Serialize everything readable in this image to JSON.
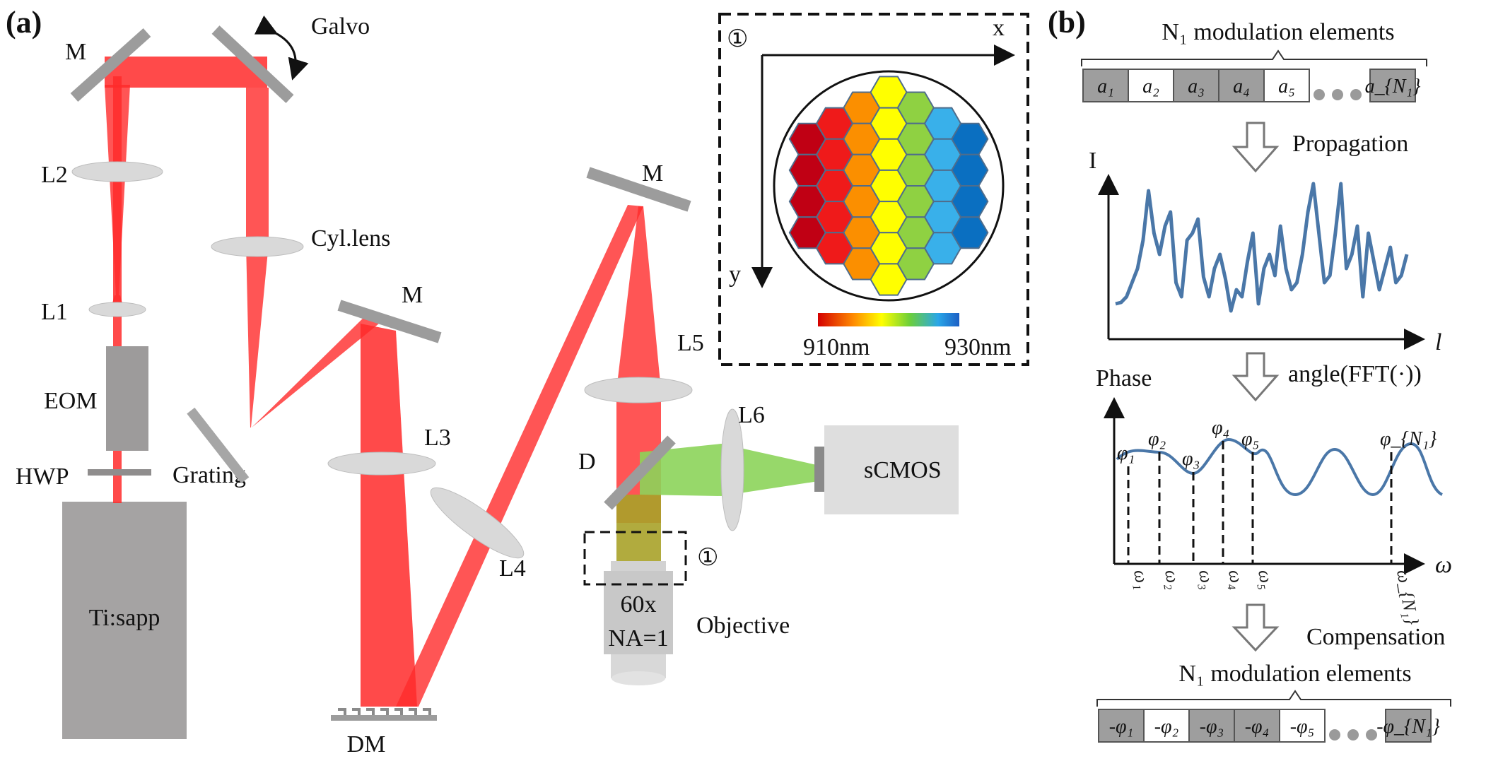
{
  "panel_labels": {
    "a": "(a)",
    "b": "(b)"
  },
  "optical_labels": {
    "galvo": "Galvo",
    "mirror": "M",
    "l1": "L1",
    "l2": "L2",
    "l3": "L3",
    "l4": "L4",
    "l5": "L5",
    "l6": "L6",
    "cyl_lens": "Cyl.lens",
    "eom": "EOM",
    "hwp": "HWP",
    "grating": "Grating",
    "laser": "Ti:sapp",
    "dm": "DM",
    "dichroic": "D",
    "camera": "sCMOS",
    "objective": "Objective",
    "obj_mag": "60x",
    "obj_na": "NA=1",
    "marker": "①"
  },
  "inset": {
    "marker": "①",
    "x_axis": "x",
    "y_axis": "y",
    "wl_min": "910nm",
    "wl_max": "930nm",
    "hex_colors": [
      "#c00014",
      "#ef1a1a",
      "#fb8f00",
      "#ffc000",
      "#ffff00",
      "#8fd142",
      "#39b0ea",
      "#0a6fc1"
    ],
    "hex_rows_per_column": [
      4,
      5,
      6,
      7,
      6,
      5,
      4
    ]
  },
  "panel_b": {
    "top_bracket": "N₁ modulation elements",
    "top_cells": [
      "a₁",
      "a₂",
      "a₃",
      "a₄",
      "a₅",
      "a_{N₁}"
    ],
    "step1": "Propagation",
    "intensity_axis": "I",
    "path_axis": "l",
    "step2": "angle(FFT(·))",
    "phase_axis": "Phase",
    "freq_axis": "ω",
    "phi_labels": [
      "φ₁",
      "φ₂",
      "φ₃",
      "φ₄",
      "φ₅",
      "φ_{N₁}"
    ],
    "omega_labels": [
      "ω₁",
      "ω₂",
      "ω₃",
      "ω₄",
      "ω₅",
      "ω_{N₁}"
    ],
    "step3": "Compensation",
    "bottom_bracket": "N₁ modulation elements",
    "bottom_cells": [
      "-φ₁",
      "-φ₂",
      "-φ₃",
      "-φ₄",
      "-φ₅",
      "-φ_{N₁}"
    ]
  },
  "colors": {
    "beam": "#ff2a2a",
    "fluorescence": "#8cd45a",
    "element_gray": "#9a9a9a",
    "trace": "#4a77a8"
  }
}
